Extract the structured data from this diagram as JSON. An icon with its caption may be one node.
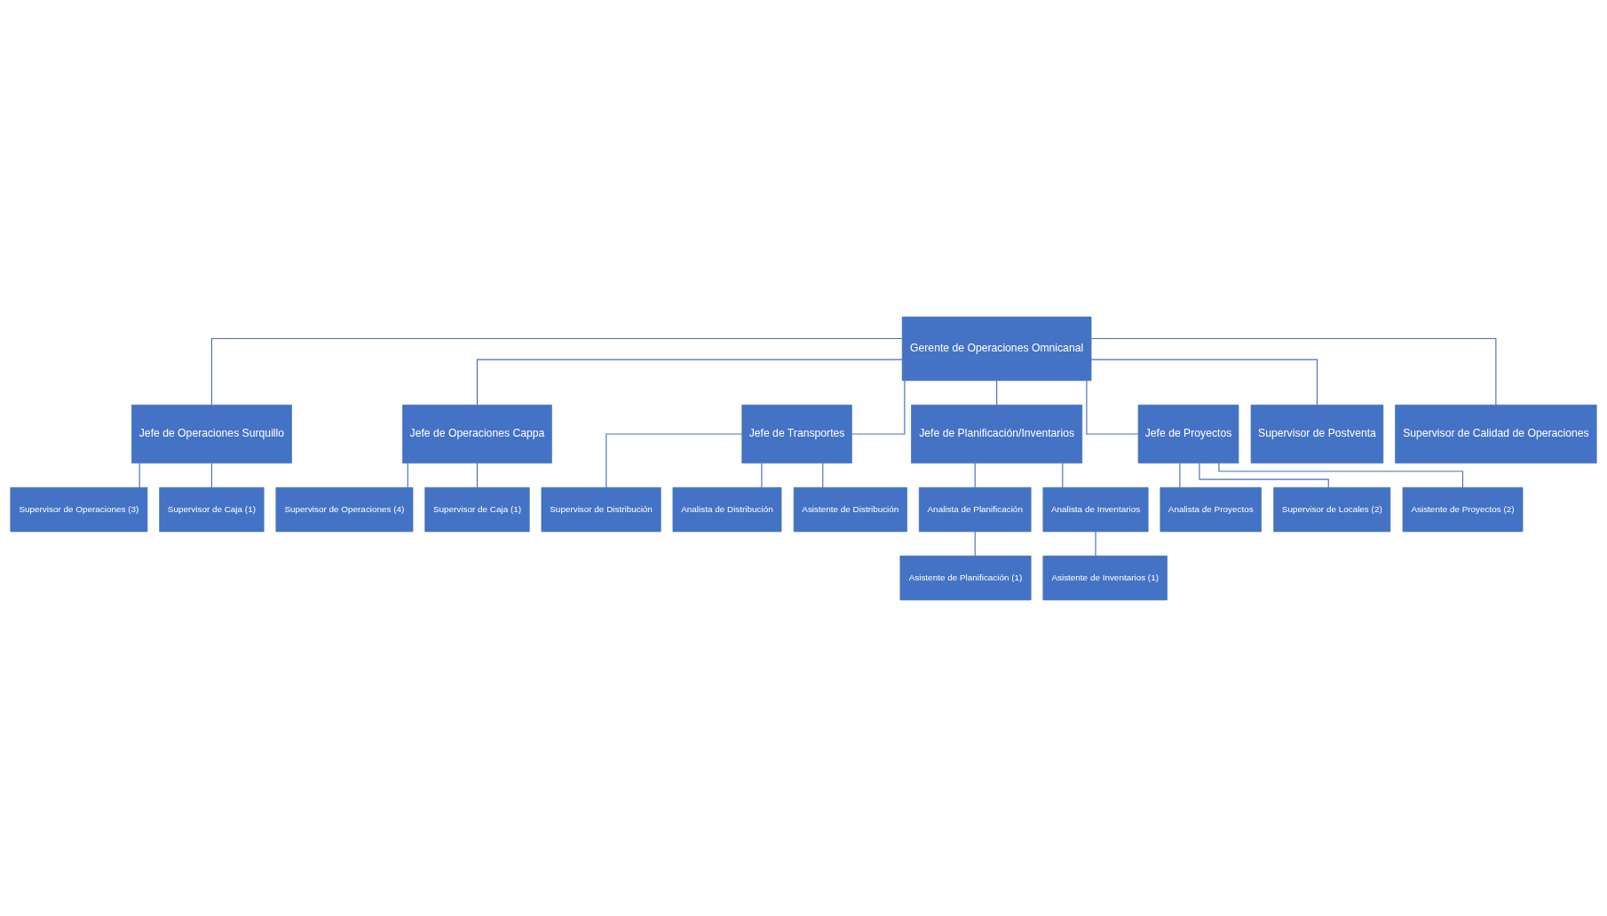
{
  "diagram": {
    "nodes": [
      {
        "text": [
          "Gerente de Operaciones Omnicanal"
        ]
      },
      {
        "text": [
          "Jefe de Operaciones Surquillo"
        ]
      },
      {
        "text": [
          "Jefe de Operaciones Cappa"
        ]
      },
      {
        "text": [
          "Jefe de Transportes"
        ]
      },
      {
        "text": [
          "Jefe de Planificación/Inventarios"
        ]
      },
      {
        "text": [
          "Jefe de Proyectos"
        ]
      },
      {
        "text": [
          "Supervisor de Postventa"
        ]
      },
      {
        "text": [
          "Supervisor de Calidad de Operaciones"
        ]
      },
      {
        "text": [
          "Supervisor de Operaciones (3)"
        ]
      },
      {
        "text": [
          "Supervisor de Caja (1)"
        ]
      },
      {
        "text": [
          "Supervisor de Operaciones (4)"
        ]
      },
      {
        "text": [
          "Supervisor de Caja (1)"
        ]
      },
      {
        "text": [
          "Supervisor de Distribución"
        ]
      },
      {
        "text": [
          "Analista de Distribución"
        ]
      },
      {
        "text": [
          "Asistente de Distribución"
        ]
      },
      {
        "text": [
          "Analista de Planificación"
        ]
      },
      {
        "text": [
          "Analista de Inventarios"
        ]
      },
      {
        "text": [
          "Asistente de Planificación (1)"
        ]
      },
      {
        "text": [
          "Asistente de Inventarios (1)"
        ]
      },
      {
        "text": [
          "Analista de Proyectos"
        ]
      },
      {
        "text": [
          "Supervisor de Locales (2)"
        ]
      },
      {
        "text": [
          "Asistente de Proyectos (2)"
        ]
      }
    ],
    "edges": [
      {
        "from": 0,
        "to": 1,
        "arrow": "none"
      },
      {
        "from": 0,
        "to": 2,
        "arrow": "none"
      },
      {
        "from": 0,
        "to": 3,
        "arrow": "none"
      },
      {
        "from": 0,
        "to": 4,
        "arrow": "none"
      },
      {
        "from": 0,
        "to": 5,
        "arrow": "none"
      },
      {
        "from": 0,
        "to": 6,
        "arrow": "none"
      },
      {
        "from": 0,
        "to": 7,
        "arrow": "none"
      },
      {
        "from": 1,
        "to": 8,
        "arrow": "none"
      },
      {
        "from": 1,
        "to": 9,
        "arrow": "none"
      },
      {
        "from": 2,
        "to": 10,
        "arrow": "none"
      },
      {
        "from": 2,
        "to": 11,
        "arrow": "none"
      },
      {
        "from": 3,
        "to": 12,
        "arrow": "none"
      },
      {
        "from": 3,
        "to": 13,
        "arrow": "none"
      },
      {
        "from": 3,
        "to": 14,
        "arrow": "none"
      },
      {
        "from": 4,
        "to": 15,
        "arrow": "none"
      },
      {
        "from": 4,
        "to": 16,
        "arrow": "none"
      },
      {
        "from": 15,
        "to": 17,
        "arrow": "none"
      },
      {
        "from": 16,
        "to": 18,
        "arrow": "none"
      },
      {
        "from": 5,
        "to": 19,
        "arrow": "none"
      },
      {
        "from": 5,
        "to": 20,
        "arrow": "none"
      },
      {
        "from": 5,
        "to": 21,
        "arrow": "none"
      }
    ]
  }
}
